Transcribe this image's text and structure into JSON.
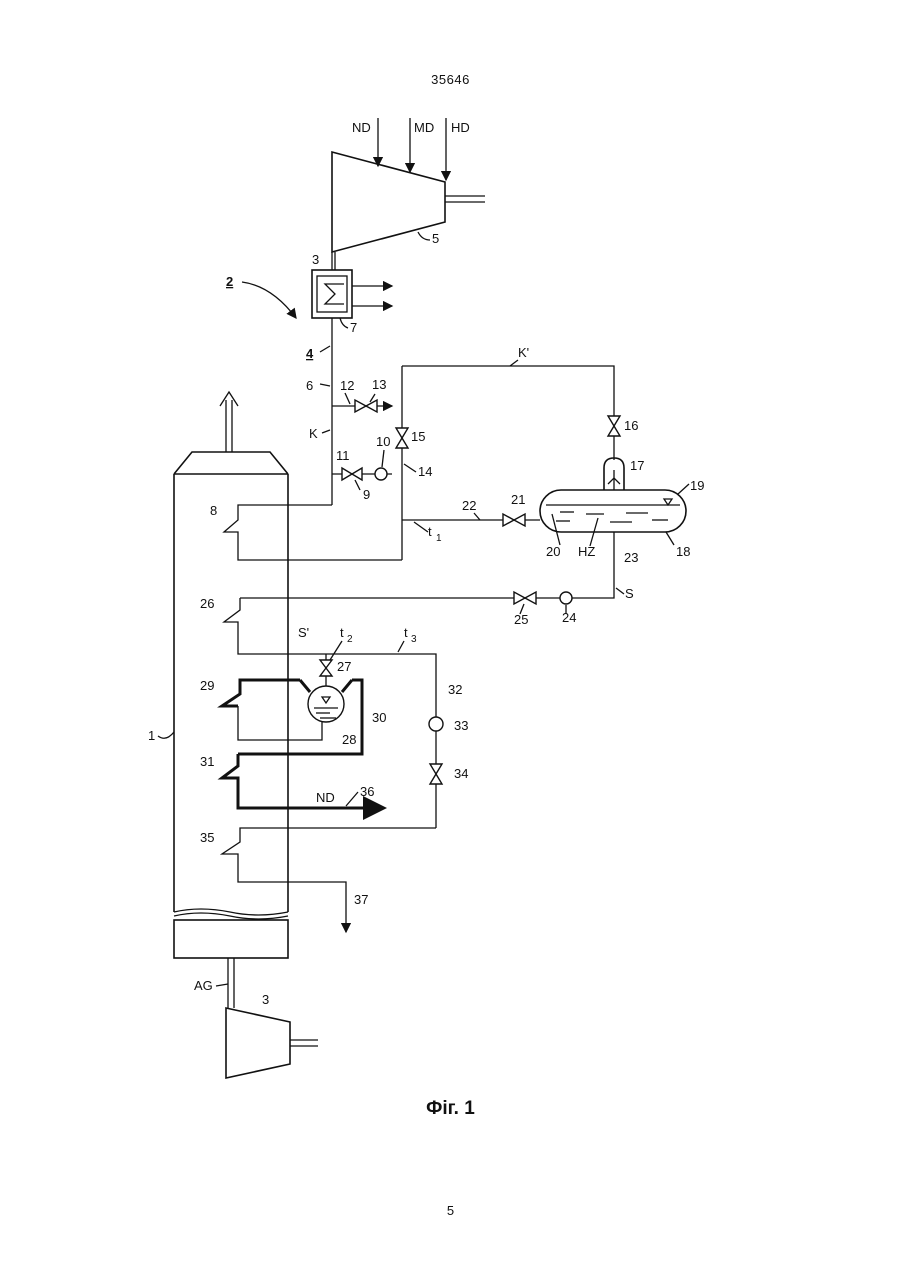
{
  "header": {
    "document_number": "35646"
  },
  "footer": {
    "figure_caption": "Фіг. 1",
    "page_number": "5"
  },
  "labels": {
    "nd_in": "ND",
    "md_in": "MD",
    "hd_in": "HD",
    "l1": "1",
    "l2": "2",
    "l3": "3",
    "l3b": "3",
    "l4": "4",
    "l5": "5",
    "l6": "6",
    "l7": "7",
    "l8": "8",
    "l9": "9",
    "l10": "10",
    "l11": "11",
    "l12": "12",
    "l13": "13",
    "l14": "14",
    "l15": "15",
    "l16": "16",
    "l17": "17",
    "l18": "18",
    "l19": "19",
    "l20": "20",
    "l21": "21",
    "l22": "22",
    "l23": "23",
    "l24": "24",
    "l25": "25",
    "l26": "26",
    "l27": "27",
    "l28": "28",
    "l29": "29",
    "l30": "30",
    "l31": "31",
    "l32": "32",
    "l33": "33",
    "l34": "34",
    "l35": "35",
    "l36": "36",
    "l37": "37",
    "k": "K",
    "k_prime": "K'",
    "s": "S",
    "s_prime": "S'",
    "hz": "HZ",
    "nd_out": "ND",
    "ag": "AG",
    "t1": "t",
    "t1_sub": "1",
    "t2": "t",
    "t2_sub": "2",
    "t3": "t",
    "t3_sub": "3"
  }
}
